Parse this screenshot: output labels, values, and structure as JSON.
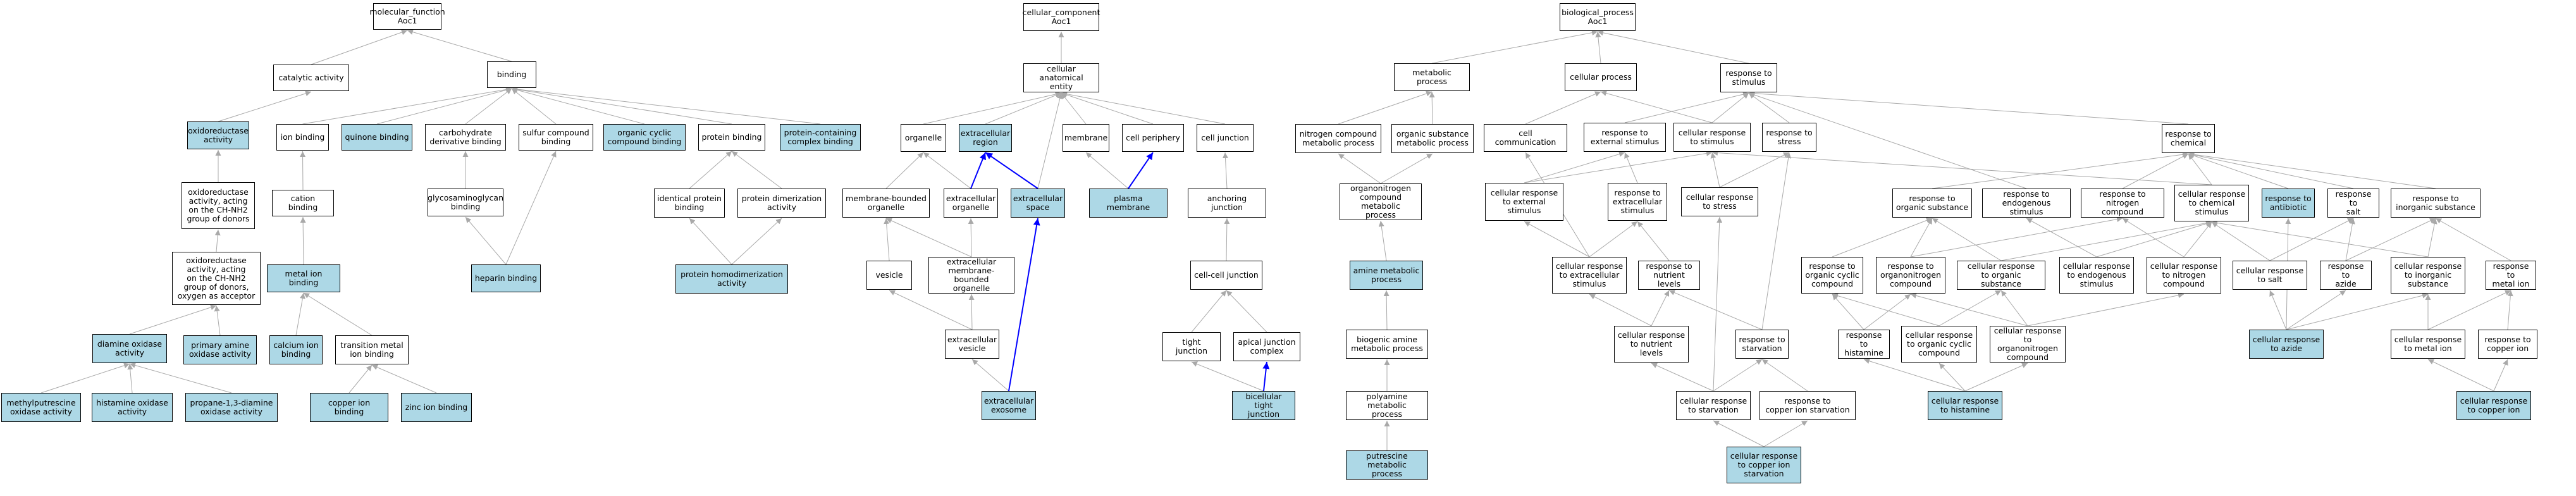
{
  "colors": {
    "highlight_fill": "#add8e6",
    "edge_grey": "#a9a9a9",
    "edge_blue": "#0000ff",
    "border": "#000000"
  },
  "nodes": {
    "mf_root": {
      "label": "molecular_function\nAoc1"
    },
    "catalytic": {
      "label": "catalytic activity"
    },
    "binding": {
      "label": "binding"
    },
    "oxidoreductase": {
      "label": "oxidoreductase\nactivity"
    },
    "ion_binding": {
      "label": "ion binding"
    },
    "quinone": {
      "label": "quinone binding"
    },
    "carb_deriv": {
      "label": "carbohydrate\nderivative binding"
    },
    "sulfur": {
      "label": "sulfur compound\nbinding"
    },
    "org_cyclic_bind": {
      "label": "organic cyclic\ncompound binding"
    },
    "protein_binding": {
      "label": "protein binding"
    },
    "prot_cont_complex": {
      "label": "protein-containing\ncomplex binding"
    },
    "oxido_ch_nh2": {
      "label": "oxidoreductase\nactivity, acting\non the CH-NH2\ngroup of donors"
    },
    "cation_binding": {
      "label": "cation binding"
    },
    "glycosaminoglycan": {
      "label": "glycosaminoglycan\nbinding"
    },
    "identical_protein": {
      "label": "identical protein\nbinding"
    },
    "prot_dimer": {
      "label": "protein dimerization\nactivity"
    },
    "oxido_oxygen": {
      "label": "oxidoreductase\nactivity, acting\non the CH-NH2\ngroup of donors,\noxygen as acceptor"
    },
    "metal_ion_binding": {
      "label": "metal ion binding"
    },
    "heparin": {
      "label": "heparin binding"
    },
    "prot_homodimer": {
      "label": "protein homodimerization\nactivity"
    },
    "diamine_oxidase": {
      "label": "diamine oxidase\nactivity"
    },
    "primary_amine_ox": {
      "label": "primary amine\noxidase activity"
    },
    "calcium_ion": {
      "label": "calcium ion\nbinding"
    },
    "trans_metal": {
      "label": "transition metal\nion binding"
    },
    "methylputrescine": {
      "label": "methylputrescine\noxidase activity"
    },
    "histamine_ox": {
      "label": "histamine oxidase\nactivity"
    },
    "propane_diamine": {
      "label": "propane-1,3-diamine\noxidase activity"
    },
    "copper_ion_binding": {
      "label": "copper ion binding"
    },
    "zinc_ion_binding": {
      "label": "zinc ion binding"
    },
    "cc_root": {
      "label": "cellular_component\nAoc1"
    },
    "cell_anat": {
      "label": "cellular anatomical\nentity"
    },
    "organelle": {
      "label": "organelle"
    },
    "extracell_region": {
      "label": "extracellular\nregion"
    },
    "membrane": {
      "label": "membrane"
    },
    "cell_periphery": {
      "label": "cell periphery"
    },
    "cell_junction": {
      "label": "cell junction"
    },
    "membrane_bounded": {
      "label": "membrane-bounded\norganelle"
    },
    "extracell_organelle": {
      "label": "extracellular\norganelle"
    },
    "extracell_space": {
      "label": "extracellular\nspace"
    },
    "plasma_membrane": {
      "label": "plasma membrane"
    },
    "anchoring_junction": {
      "label": "anchoring junction"
    },
    "vesicle": {
      "label": "vesicle"
    },
    "extracell_mem_bounded": {
      "label": "extracellular\nmembrane-bounded\norganelle"
    },
    "cell_cell_junction": {
      "label": "cell-cell junction"
    },
    "extracell_vesicle": {
      "label": "extracellular\nvesicle"
    },
    "tight_junction": {
      "label": "tight junction"
    },
    "apical_junction": {
      "label": "apical junction\ncomplex"
    },
    "extracell_exosome": {
      "label": "extracellular\nexosome"
    },
    "bicellular_tight": {
      "label": "bicellular tight\njunction"
    },
    "bp_root": {
      "label": "biological_process\nAoc1"
    },
    "metabolic": {
      "label": "metabolic process"
    },
    "cellular_process": {
      "label": "cellular process"
    },
    "resp_stimulus": {
      "label": "response to\nstimulus"
    },
    "nitrogen_comp_met": {
      "label": "nitrogen compound\nmetabolic process"
    },
    "org_subst_met": {
      "label": "organic substance\nmetabolic process"
    },
    "cell_comm": {
      "label": "cell communication"
    },
    "resp_ext_stim": {
      "label": "response to\nexternal stimulus"
    },
    "cell_resp_stim": {
      "label": "cellular response\nto stimulus"
    },
    "resp_stress": {
      "label": "response to\nstress"
    },
    "resp_chemical": {
      "label": "response to\nchemical"
    },
    "organonitrogen_met": {
      "label": "organonitrogen\ncompound metabolic\nprocess"
    },
    "cell_resp_ext_stim": {
      "label": "cellular response\nto external\nstimulus"
    },
    "resp_extracell_stim": {
      "label": "response to\nextracellular\nstimulus"
    },
    "cell_resp_stress": {
      "label": "cellular response\nto stress"
    },
    "resp_org_subst": {
      "label": "response to\norganic substance"
    },
    "resp_endo_stim": {
      "label": "response to\nendogenous stimulus"
    },
    "resp_nitrogen": {
      "label": "response to\nnitrogen compound"
    },
    "cell_resp_chem": {
      "label": "cellular response\nto chemical\nstimulus"
    },
    "resp_antibiotic": {
      "label": "response to\nantibiotic"
    },
    "resp_salt": {
      "label": "response to\nsalt"
    },
    "resp_inorg": {
      "label": "response to\ninorganic substance"
    },
    "amine_met": {
      "label": "amine metabolic\nprocess"
    },
    "cell_resp_extracell": {
      "label": "cellular response\nto extracellular\nstimulus"
    },
    "resp_nutrient": {
      "label": "response to\nnutrient levels"
    },
    "resp_org_cyclic": {
      "label": "response to\norganic cyclic\ncompound"
    },
    "resp_organonitrogen": {
      "label": "response to\norganonitrogen\ncompound"
    },
    "cell_resp_org_subst": {
      "label": "cellular response\nto organic substance"
    },
    "cell_resp_endo": {
      "label": "cellular response\nto endogenous\nstimulus"
    },
    "cell_resp_nitrogen": {
      "label": "cellular response\nto nitrogen\ncompound"
    },
    "cell_resp_salt": {
      "label": "cellular response\nto salt"
    },
    "resp_azide": {
      "label": "response to\nazide"
    },
    "cell_resp_inorg": {
      "label": "cellular response\nto inorganic\nsubstance"
    },
    "resp_metal_ion": {
      "label": "response to\nmetal ion"
    },
    "biogenic_amine": {
      "label": "biogenic amine\nmetabolic process"
    },
    "cell_resp_nutrient": {
      "label": "cellular response\nto nutrient\nlevels"
    },
    "resp_starvation": {
      "label": "response to\nstarvation"
    },
    "resp_histamine": {
      "label": "response to\nhistamine"
    },
    "cell_resp_org_cyclic": {
      "label": "cellular response\nto organic cyclic\ncompound"
    },
    "cell_resp_organonitrogen": {
      "label": "cellular response\nto organonitrogen\ncompound"
    },
    "cell_resp_azide": {
      "label": "cellular response\nto azide"
    },
    "cell_resp_metal_ion": {
      "label": "cellular response\nto metal ion"
    },
    "resp_copper_ion": {
      "label": "response to\ncopper ion"
    },
    "polyamine_met": {
      "label": "polyamine metabolic\nprocess"
    },
    "cell_resp_starvation": {
      "label": "cellular response\nto starvation"
    },
    "resp_copper_starv": {
      "label": "response to\ncopper ion starvation"
    },
    "cell_resp_histamine": {
      "label": "cellular response\nto histamine"
    },
    "cell_resp_copper_ion": {
      "label": "cellular response\nto copper ion"
    },
    "putrescine_met": {
      "label": "putrescine metabolic\nprocess"
    },
    "cell_resp_copper_starv": {
      "label": "cellular response\nto copper ion\nstarvation"
    }
  },
  "edges": [
    [
      "catalytic",
      "mf_root",
      "grey"
    ],
    [
      "binding",
      "mf_root",
      "grey"
    ],
    [
      "oxidoreductase",
      "catalytic",
      "grey"
    ],
    [
      "ion_binding",
      "binding",
      "grey"
    ],
    [
      "quinone",
      "binding",
      "grey"
    ],
    [
      "carb_deriv",
      "binding",
      "grey"
    ],
    [
      "sulfur",
      "binding",
      "grey"
    ],
    [
      "org_cyclic_bind",
      "binding",
      "grey"
    ],
    [
      "protein_binding",
      "binding",
      "grey"
    ],
    [
      "prot_cont_complex",
      "binding",
      "grey"
    ],
    [
      "oxido_ch_nh2",
      "oxidoreductase",
      "grey"
    ],
    [
      "cation_binding",
      "ion_binding",
      "grey"
    ],
    [
      "glycosaminoglycan",
      "carb_deriv",
      "grey"
    ],
    [
      "identical_protein",
      "protein_binding",
      "grey"
    ],
    [
      "prot_dimer",
      "protein_binding",
      "grey"
    ],
    [
      "oxido_oxygen",
      "oxido_ch_nh2",
      "grey"
    ],
    [
      "metal_ion_binding",
      "cation_binding",
      "grey"
    ],
    [
      "heparin",
      "glycosaminoglycan",
      "grey"
    ],
    [
      "heparin",
      "sulfur",
      "grey"
    ],
    [
      "prot_homodimer",
      "identical_protein",
      "grey"
    ],
    [
      "prot_homodimer",
      "prot_dimer",
      "grey"
    ],
    [
      "diamine_oxidase",
      "oxido_oxygen",
      "grey"
    ],
    [
      "primary_amine_ox",
      "oxido_oxygen",
      "grey"
    ],
    [
      "calcium_ion",
      "metal_ion_binding",
      "grey"
    ],
    [
      "trans_metal",
      "metal_ion_binding",
      "grey"
    ],
    [
      "methylputrescine",
      "diamine_oxidase",
      "grey"
    ],
    [
      "histamine_ox",
      "diamine_oxidase",
      "grey"
    ],
    [
      "propane_diamine",
      "diamine_oxidase",
      "grey"
    ],
    [
      "copper_ion_binding",
      "trans_metal",
      "grey"
    ],
    [
      "zinc_ion_binding",
      "trans_metal",
      "grey"
    ],
    [
      "cell_anat",
      "cc_root",
      "grey"
    ],
    [
      "organelle",
      "cell_anat",
      "grey"
    ],
    [
      "extracell_region",
      "cell_anat",
      "grey"
    ],
    [
      "membrane",
      "cell_anat",
      "grey"
    ],
    [
      "cell_periphery",
      "cell_anat",
      "grey"
    ],
    [
      "cell_junction",
      "cell_anat",
      "grey"
    ],
    [
      "extracell_space",
      "cell_anat",
      "grey"
    ],
    [
      "membrane_bounded",
      "organelle",
      "grey"
    ],
    [
      "extracell_organelle",
      "organelle",
      "grey"
    ],
    [
      "extracell_organelle",
      "extracell_region",
      "blue"
    ],
    [
      "extracell_space",
      "extracell_region",
      "blue"
    ],
    [
      "plasma_membrane",
      "membrane",
      "grey"
    ],
    [
      "plasma_membrane",
      "cell_periphery",
      "blue"
    ],
    [
      "anchoring_junction",
      "cell_junction",
      "grey"
    ],
    [
      "vesicle",
      "membrane_bounded",
      "grey"
    ],
    [
      "extracell_mem_bounded",
      "membrane_bounded",
      "grey"
    ],
    [
      "extracell_mem_bounded",
      "extracell_organelle",
      "grey"
    ],
    [
      "cell_cell_junction",
      "anchoring_junction",
      "grey"
    ],
    [
      "extracell_vesicle",
      "vesicle",
      "grey"
    ],
    [
      "extracell_vesicle",
      "extracell_mem_bounded",
      "grey"
    ],
    [
      "tight_junction",
      "cell_cell_junction",
      "grey"
    ],
    [
      "apical_junction",
      "cell_cell_junction",
      "grey"
    ],
    [
      "extracell_exosome",
      "extracell_vesicle",
      "grey"
    ],
    [
      "extracell_exosome",
      "extracell_space",
      "blue"
    ],
    [
      "bicellular_tight",
      "tight_junction",
      "grey"
    ],
    [
      "bicellular_tight",
      "apical_junction",
      "blue"
    ],
    [
      "metabolic",
      "bp_root",
      "grey"
    ],
    [
      "cellular_process",
      "bp_root",
      "grey"
    ],
    [
      "resp_stimulus",
      "bp_root",
      "grey"
    ],
    [
      "nitrogen_comp_met",
      "metabolic",
      "grey"
    ],
    [
      "org_subst_met",
      "metabolic",
      "grey"
    ],
    [
      "cell_comm",
      "cellular_process",
      "grey"
    ],
    [
      "cell_resp_stim",
      "cellular_process",
      "grey"
    ],
    [
      "resp_ext_stim",
      "resp_stimulus",
      "grey"
    ],
    [
      "cell_resp_stim",
      "resp_stimulus",
      "grey"
    ],
    [
      "resp_stress",
      "resp_stimulus",
      "grey"
    ],
    [
      "resp_chemical",
      "resp_stimulus",
      "grey"
    ],
    [
      "organonitrogen_met",
      "nitrogen_comp_met",
      "grey"
    ],
    [
      "organonitrogen_met",
      "org_subst_met",
      "grey"
    ],
    [
      "cell_resp_ext_stim",
      "resp_ext_stim",
      "grey"
    ],
    [
      "cell_resp_ext_stim",
      "cell_resp_stim",
      "grey"
    ],
    [
      "resp_extracell_stim",
      "resp_ext_stim",
      "grey"
    ],
    [
      "cell_resp_stress",
      "resp_stress",
      "grey"
    ],
    [
      "cell_resp_stress",
      "cell_resp_stim",
      "grey"
    ],
    [
      "resp_org_subst",
      "resp_chemical",
      "grey"
    ],
    [
      "resp_endo_stim",
      "resp_stimulus",
      "grey"
    ],
    [
      "resp_nitrogen",
      "resp_chemical",
      "grey"
    ],
    [
      "cell_resp_chem",
      "resp_chemical",
      "grey"
    ],
    [
      "cell_resp_chem",
      "cell_resp_stim",
      "grey"
    ],
    [
      "resp_antibiotic",
      "resp_chemical",
      "grey"
    ],
    [
      "resp_salt",
      "resp_chemical",
      "grey"
    ],
    [
      "resp_inorg",
      "resp_chemical",
      "grey"
    ],
    [
      "amine_met",
      "organonitrogen_met",
      "grey"
    ],
    [
      "cell_resp_extracell",
      "resp_extracell_stim",
      "grey"
    ],
    [
      "cell_resp_extracell",
      "cell_resp_ext_stim",
      "grey"
    ],
    [
      "cell_resp_extracell",
      "cell_comm",
      "grey"
    ],
    [
      "resp_nutrient",
      "resp_extracell_stim",
      "grey"
    ],
    [
      "resp_org_cyclic",
      "resp_org_subst",
      "grey"
    ],
    [
      "resp_organonitrogen",
      "resp_org_subst",
      "grey"
    ],
    [
      "resp_organonitrogen",
      "resp_nitrogen",
      "grey"
    ],
    [
      "cell_resp_org_subst",
      "resp_org_subst",
      "grey"
    ],
    [
      "cell_resp_org_subst",
      "cell_resp_chem",
      "grey"
    ],
    [
      "cell_resp_endo",
      "resp_endo_stim",
      "grey"
    ],
    [
      "cell_resp_endo",
      "cell_resp_chem",
      "grey"
    ],
    [
      "cell_resp_nitrogen",
      "resp_nitrogen",
      "grey"
    ],
    [
      "cell_resp_nitrogen",
      "cell_resp_chem",
      "grey"
    ],
    [
      "cell_resp_salt",
      "resp_salt",
      "grey"
    ],
    [
      "cell_resp_salt",
      "cell_resp_chem",
      "grey"
    ],
    [
      "resp_azide",
      "resp_inorg",
      "grey"
    ],
    [
      "resp_azide",
      "resp_salt",
      "grey"
    ],
    [
      "cell_resp_inorg",
      "resp_inorg",
      "grey"
    ],
    [
      "cell_resp_inorg",
      "cell_resp_chem",
      "grey"
    ],
    [
      "resp_metal_ion",
      "resp_inorg",
      "grey"
    ],
    [
      "biogenic_amine",
      "amine_met",
      "grey"
    ],
    [
      "cell_resp_nutrient",
      "resp_nutrient",
      "grey"
    ],
    [
      "cell_resp_nutrient",
      "cell_resp_extracell",
      "grey"
    ],
    [
      "resp_starvation",
      "resp_nutrient",
      "grey"
    ],
    [
      "resp_starvation",
      "resp_stress",
      "grey"
    ],
    [
      "resp_histamine",
      "resp_organonitrogen",
      "grey"
    ],
    [
      "resp_histamine",
      "resp_org_cyclic",
      "grey"
    ],
    [
      "cell_resp_org_cyclic",
      "resp_org_cyclic",
      "grey"
    ],
    [
      "cell_resp_org_cyclic",
      "cell_resp_org_subst",
      "grey"
    ],
    [
      "cell_resp_organonitrogen",
      "resp_organonitrogen",
      "grey"
    ],
    [
      "cell_resp_organonitrogen",
      "cell_resp_org_subst",
      "grey"
    ],
    [
      "cell_resp_organonitrogen",
      "cell_resp_nitrogen",
      "grey"
    ],
    [
      "cell_resp_azide",
      "resp_azide",
      "grey"
    ],
    [
      "cell_resp_azide",
      "cell_resp_salt",
      "grey"
    ],
    [
      "cell_resp_azide",
      "cell_resp_inorg",
      "grey"
    ],
    [
      "cell_resp_azide",
      "resp_antibiotic",
      "grey"
    ],
    [
      "cell_resp_metal_ion",
      "resp_metal_ion",
      "grey"
    ],
    [
      "cell_resp_metal_ion",
      "cell_resp_inorg",
      "grey"
    ],
    [
      "resp_copper_ion",
      "resp_metal_ion",
      "grey"
    ],
    [
      "polyamine_met",
      "biogenic_amine",
      "grey"
    ],
    [
      "cell_resp_starvation",
      "resp_starvation",
      "grey"
    ],
    [
      "cell_resp_starvation",
      "cell_resp_nutrient",
      "grey"
    ],
    [
      "cell_resp_starvation",
      "cell_resp_stress",
      "grey"
    ],
    [
      "resp_copper_starv",
      "resp_starvation",
      "grey"
    ],
    [
      "cell_resp_histamine",
      "resp_histamine",
      "grey"
    ],
    [
      "cell_resp_histamine",
      "cell_resp_org_cyclic",
      "grey"
    ],
    [
      "cell_resp_histamine",
      "cell_resp_organonitrogen",
      "grey"
    ],
    [
      "cell_resp_copper_ion",
      "resp_copper_ion",
      "grey"
    ],
    [
      "cell_resp_copper_ion",
      "cell_resp_metal_ion",
      "grey"
    ],
    [
      "putrescine_met",
      "polyamine_met",
      "grey"
    ],
    [
      "cell_resp_copper_starv",
      "cell_resp_starvation",
      "grey"
    ],
    [
      "cell_resp_copper_starv",
      "resp_copper_starv",
      "grey"
    ]
  ]
}
